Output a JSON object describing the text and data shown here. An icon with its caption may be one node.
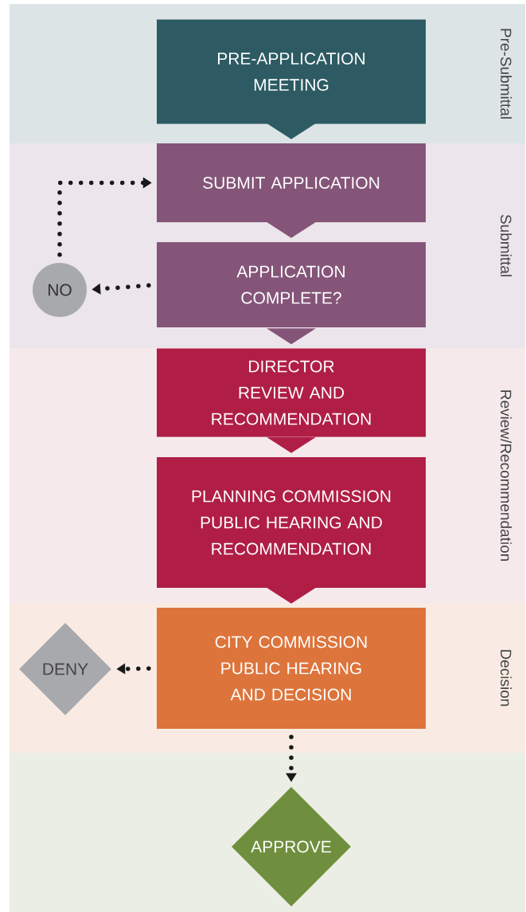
{
  "diagram": {
    "nodes": [
      {
        "text": [
          "Pre-Submittal"
        ]
      },
      {
        "text": [
          "PRE-APPLICATION MEETING"
        ],
        "in": 0
      },
      {
        "text": [
          "Submittal"
        ]
      },
      {
        "text": [
          "SUBMIT APPLICATION"
        ],
        "in": 2
      },
      {
        "text": [
          "APPLICATION COMPLETE?"
        ],
        "in": 2
      },
      {
        "text": [
          "NO"
        ],
        "in": 2
      },
      {
        "text": [
          "Review/Recommendation"
        ]
      },
      {
        "text": [
          "DIRECTOR REVIEW AND RECOMMENDATION"
        ],
        "in": 6
      },
      {
        "text": [
          "PLANNING COMMISSION PUBLIC HEARING AND RECOMMENDATION"
        ],
        "in": 6
      },
      {
        "text": [
          "Decision"
        ]
      },
      {
        "text": [
          "CITY COMMISSION PUBLIC HEARING AND DECISION"
        ],
        "in": 9
      },
      {
        "text": [
          "DENY"
        ],
        "in": 9
      },
      {
        "text": [],
        "shape": "band"
      },
      {
        "text": [
          "APPROVE"
        ],
        "in": 12
      }
    ],
    "edges": [
      {
        "from": 1,
        "to": 3,
        "arrow": "to",
        "color": "#2e5b63"
      },
      {
        "from": 3,
        "to": 4,
        "arrow": "to",
        "color": "#855579"
      },
      {
        "from": 4,
        "to": 7,
        "arrow": "to",
        "color": "#855579"
      },
      {
        "from": 4,
        "to": 5,
        "arrow": "to",
        "style": "dashed"
      },
      {
        "from": 5,
        "to": 3,
        "arrow": "to",
        "style": "dashed"
      },
      {
        "from": 7,
        "to": 8,
        "arrow": "to",
        "color": "#b01e45"
      },
      {
        "from": 8,
        "to": 10,
        "arrow": "to",
        "color": "#b01e45"
      },
      {
        "from": 10,
        "to": 11,
        "arrow": "to",
        "style": "dashed"
      },
      {
        "from": 10,
        "to": 13,
        "arrow": "to",
        "style": "dashed"
      }
    ]
  }
}
